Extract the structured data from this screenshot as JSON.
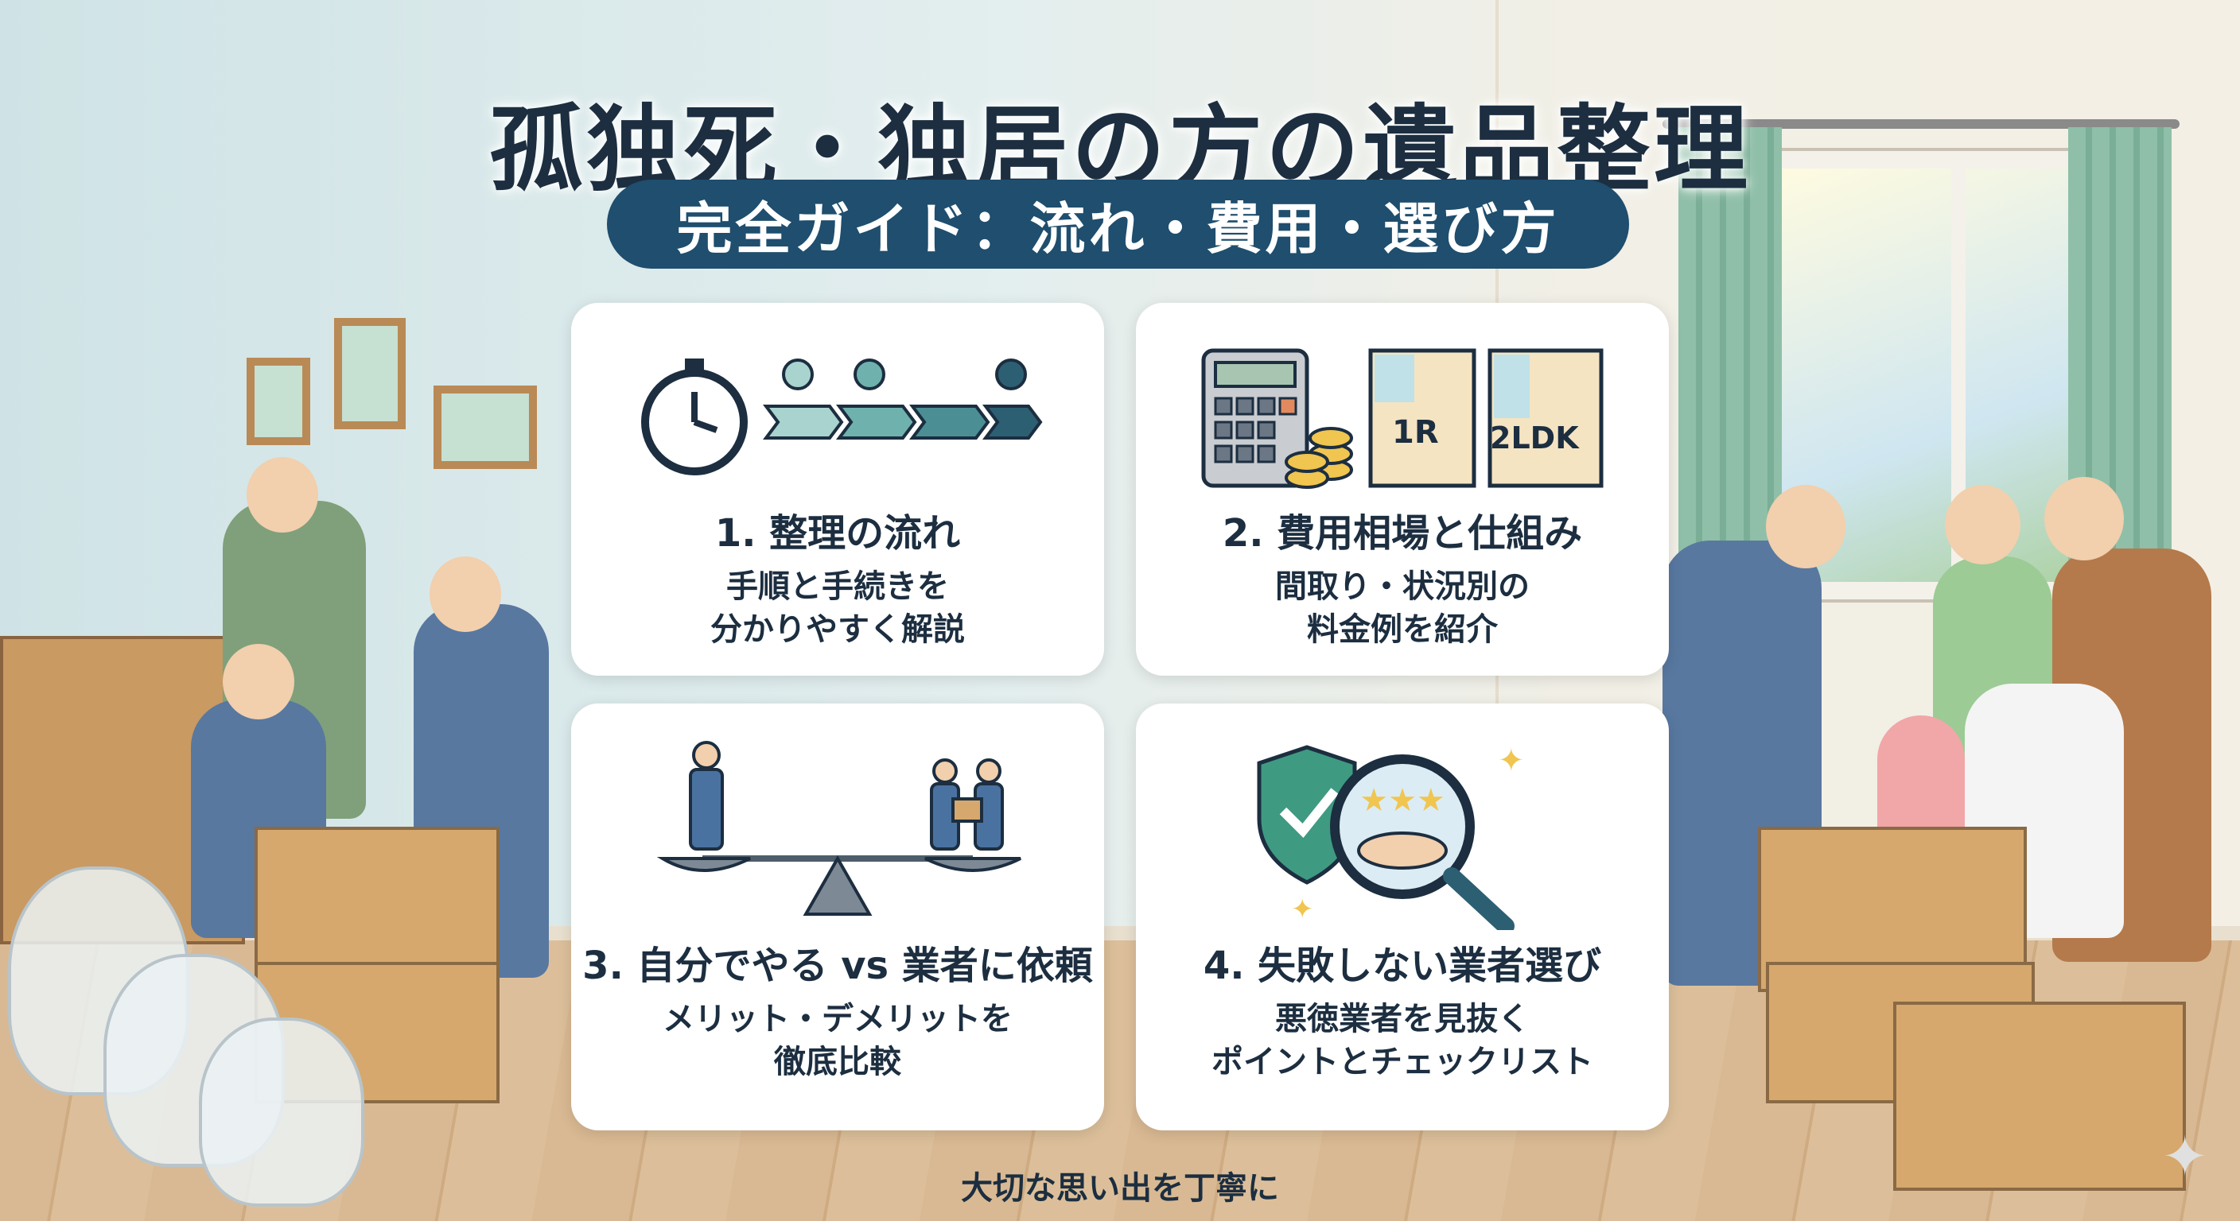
{
  "header": {
    "title": "孤独死・独居の方の遺品整理",
    "subtitle": "完全ガイド：流れ・費用・選び方"
  },
  "cards": [
    {
      "heading": "1. 整理の流れ",
      "body": "手順と手続きを\n分かりやすく解説",
      "icon": "stopwatch-timeline-icon"
    },
    {
      "heading": "2. 費用相場と仕組み",
      "body": "間取り・状況別の\n料金例を紹介",
      "icon": "calculator-floorplan-icon",
      "plans": [
        "1R",
        "2LDK"
      ]
    },
    {
      "heading": "3. 自分でやる vs 業者に依頼",
      "body": "メリット・デメリットを\n徹底比較",
      "icon": "balance-scale-icon"
    },
    {
      "heading": "4. 失敗しない業者選び",
      "body": "悪徳業者を見抜く\nポイントとチェックリスト",
      "icon": "shield-magnifier-icon"
    }
  ],
  "footer": {
    "tagline": "大切な思い出を丁寧に"
  },
  "colors": {
    "navy": "#1f4e6e",
    "text": "#1c2e40",
    "teal": "#5f9ea0"
  }
}
